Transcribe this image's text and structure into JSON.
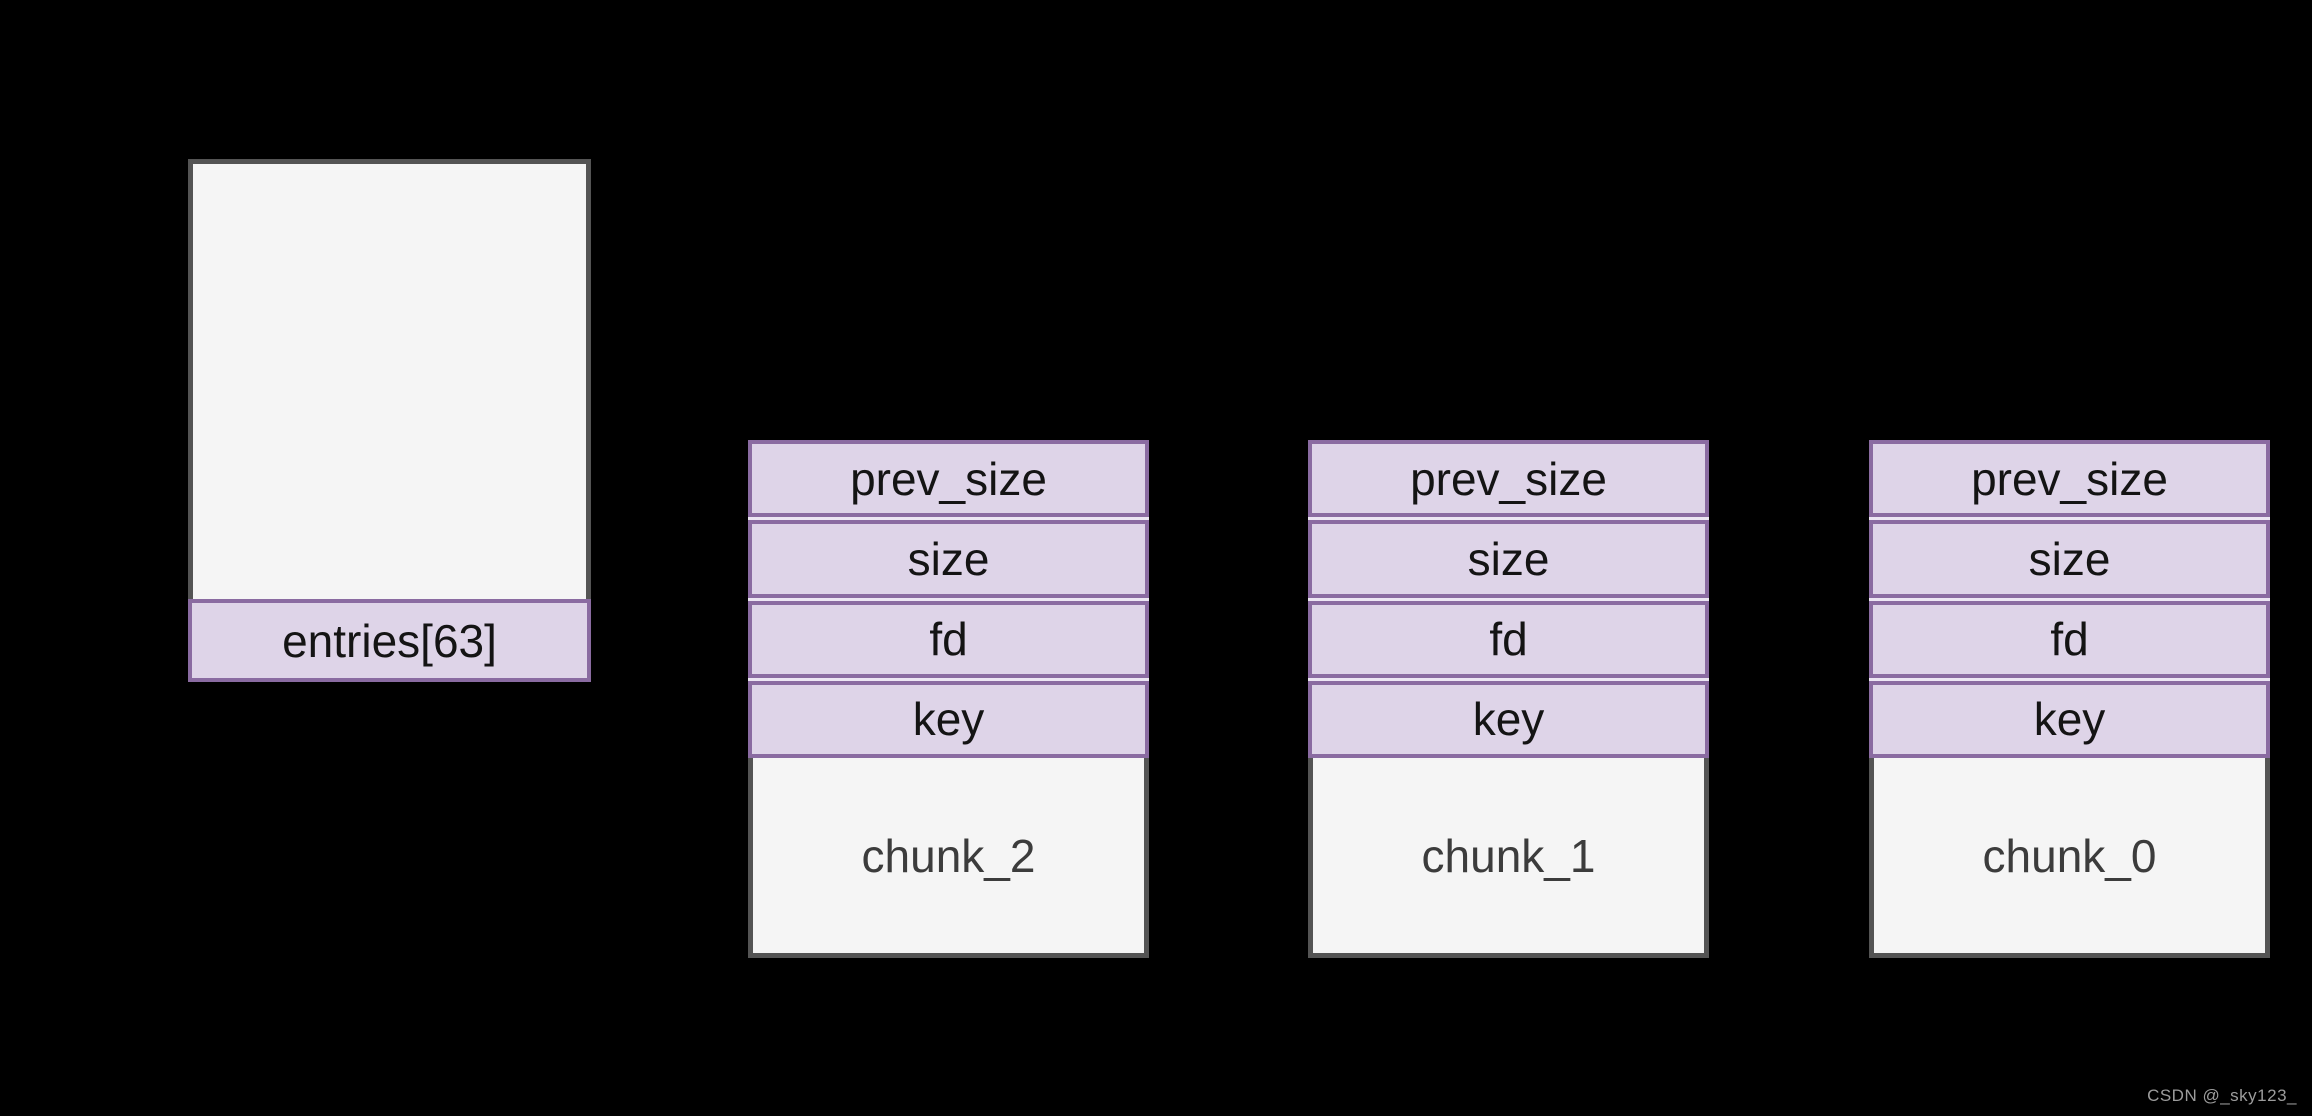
{
  "diagram": {
    "entries": {
      "label": "entries[63]"
    },
    "chunks": [
      {
        "label": "chunk_2",
        "fields": [
          "prev_size",
          "size",
          "fd",
          "key"
        ]
      },
      {
        "label": "chunk_1",
        "fields": [
          "prev_size",
          "size",
          "fd",
          "key"
        ]
      },
      {
        "label": "chunk_0",
        "fields": [
          "prev_size",
          "size",
          "fd",
          "key"
        ]
      }
    ],
    "watermark": "CSDN @_sky123_"
  },
  "colors": {
    "background": "#000000",
    "box_fill": "#f5f5f5",
    "box_border": "#545454",
    "cell_fill": "#ded4e8",
    "cell_border": "#8a6ba1",
    "cell_gap": "#ece6f3",
    "cell_text": "#141414",
    "body_text": "#3c3c3c",
    "watermark_text": "#9c9c9c"
  }
}
